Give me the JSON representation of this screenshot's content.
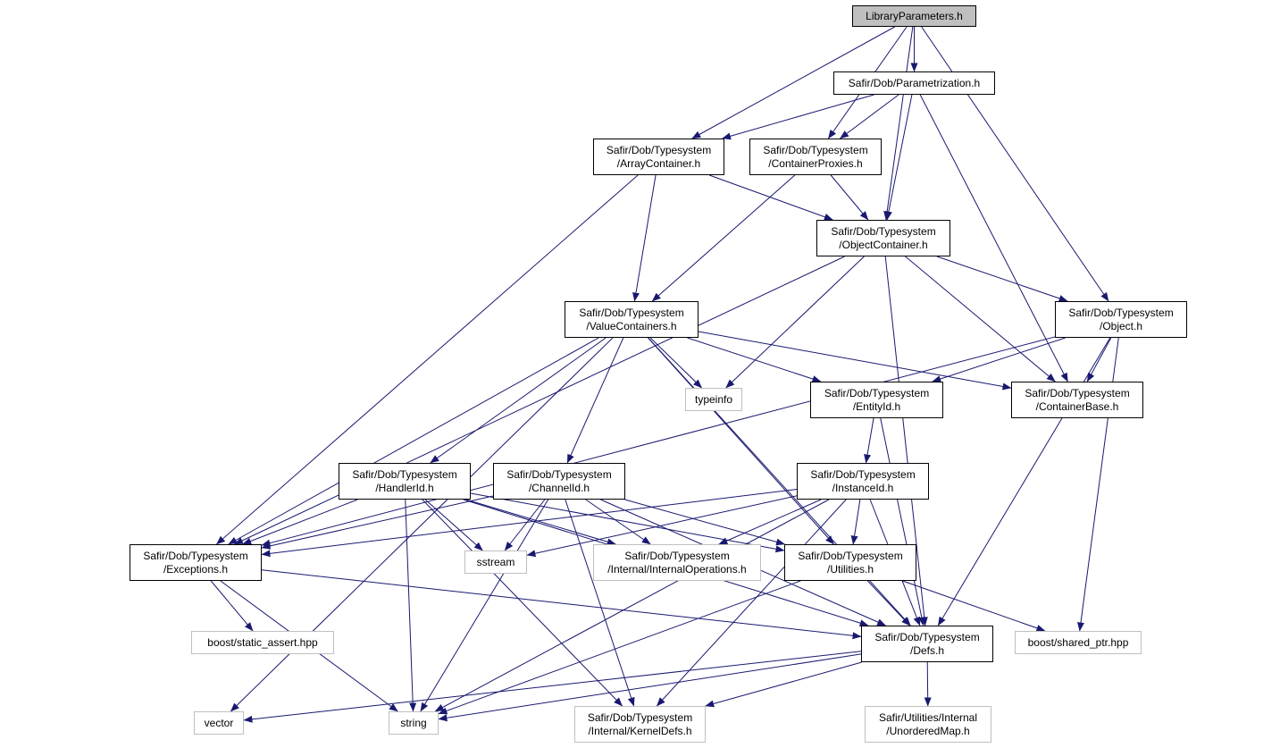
{
  "nodes": [
    {
      "id": "libparams",
      "label": "LibraryParameters.h",
      "kind": "root"
    },
    {
      "id": "parametrization",
      "label": "Safir/Dob/Parametrization.h",
      "kind": "doc"
    },
    {
      "id": "arraycontainer",
      "label": "Safir/Dob/Typesystem\n/ArrayContainer.h",
      "kind": "doc"
    },
    {
      "id": "containerproxies",
      "label": "Safir/Dob/Typesystem\n/ContainerProxies.h",
      "kind": "doc"
    },
    {
      "id": "objectcontainer",
      "label": "Safir/Dob/Typesystem\n/ObjectContainer.h",
      "kind": "doc"
    },
    {
      "id": "valuecontainers",
      "label": "Safir/Dob/Typesystem\n/ValueContainers.h",
      "kind": "doc"
    },
    {
      "id": "object",
      "label": "Safir/Dob/Typesystem\n/Object.h",
      "kind": "doc"
    },
    {
      "id": "typeinfo",
      "label": "typeinfo",
      "kind": "ext"
    },
    {
      "id": "entityid",
      "label": "Safir/Dob/Typesystem\n/EntityId.h",
      "kind": "doc"
    },
    {
      "id": "containerbase",
      "label": "Safir/Dob/Typesystem\n/ContainerBase.h",
      "kind": "doc"
    },
    {
      "id": "handlerid",
      "label": "Safir/Dob/Typesystem\n/HandlerId.h",
      "kind": "doc"
    },
    {
      "id": "channelid",
      "label": "Safir/Dob/Typesystem\n/ChannelId.h",
      "kind": "doc"
    },
    {
      "id": "instanceid",
      "label": "Safir/Dob/Typesystem\n/InstanceId.h",
      "kind": "doc"
    },
    {
      "id": "exceptions",
      "label": "Safir/Dob/Typesystem\n/Exceptions.h",
      "kind": "doc"
    },
    {
      "id": "sstream",
      "label": "sstream",
      "kind": "ext"
    },
    {
      "id": "internalops",
      "label": "Safir/Dob/Typesystem\n/Internal/InternalOperations.h",
      "kind": "ext"
    },
    {
      "id": "utilities",
      "label": "Safir/Dob/Typesystem\n/Utilities.h",
      "kind": "doc"
    },
    {
      "id": "staticassert",
      "label": "boost/static_assert.hpp",
      "kind": "ext"
    },
    {
      "id": "defs",
      "label": "Safir/Dob/Typesystem\n/Defs.h",
      "kind": "doc"
    },
    {
      "id": "sharedptr",
      "label": "boost/shared_ptr.hpp",
      "kind": "ext"
    },
    {
      "id": "vector",
      "label": "vector",
      "kind": "ext"
    },
    {
      "id": "string",
      "label": "string",
      "kind": "ext"
    },
    {
      "id": "kerneldefs",
      "label": "Safir/Dob/Typesystem\n/Internal/KernelDefs.h",
      "kind": "ext"
    },
    {
      "id": "unorderedmap",
      "label": "Safir/Utilities/Internal\n/UnorderedMap.h",
      "kind": "ext"
    }
  ],
  "edges": [
    [
      "libparams",
      "parametrization"
    ],
    [
      "libparams",
      "arraycontainer"
    ],
    [
      "libparams",
      "containerproxies"
    ],
    [
      "libparams",
      "objectcontainer"
    ],
    [
      "libparams",
      "object"
    ],
    [
      "parametrization",
      "arraycontainer"
    ],
    [
      "parametrization",
      "containerproxies"
    ],
    [
      "parametrization",
      "objectcontainer"
    ],
    [
      "parametrization",
      "containerbase"
    ],
    [
      "arraycontainer",
      "exceptions"
    ],
    [
      "arraycontainer",
      "valuecontainers"
    ],
    [
      "arraycontainer",
      "objectcontainer"
    ],
    [
      "containerproxies",
      "objectcontainer"
    ],
    [
      "containerproxies",
      "valuecontainers"
    ],
    [
      "objectcontainer",
      "typeinfo"
    ],
    [
      "objectcontainer",
      "object"
    ],
    [
      "objectcontainer",
      "containerbase"
    ],
    [
      "objectcontainer",
      "exceptions"
    ],
    [
      "objectcontainer",
      "defs"
    ],
    [
      "valuecontainers",
      "typeinfo"
    ],
    [
      "valuecontainers",
      "entityid"
    ],
    [
      "valuecontainers",
      "containerbase"
    ],
    [
      "valuecontainers",
      "handlerid"
    ],
    [
      "valuecontainers",
      "channelid"
    ],
    [
      "valuecontainers",
      "exceptions"
    ],
    [
      "valuecontainers",
      "utilities"
    ],
    [
      "valuecontainers",
      "defs"
    ],
    [
      "valuecontainers",
      "vector"
    ],
    [
      "object",
      "entityid"
    ],
    [
      "object",
      "containerbase"
    ],
    [
      "object",
      "exceptions"
    ],
    [
      "object",
      "defs"
    ],
    [
      "object",
      "sharedptr"
    ],
    [
      "entityid",
      "instanceid"
    ],
    [
      "entityid",
      "defs"
    ],
    [
      "handlerid",
      "exceptions"
    ],
    [
      "handlerid",
      "sstream"
    ],
    [
      "handlerid",
      "internalops"
    ],
    [
      "handlerid",
      "utilities"
    ],
    [
      "handlerid",
      "defs"
    ],
    [
      "handlerid",
      "string"
    ],
    [
      "handlerid",
      "kerneldefs"
    ],
    [
      "channelid",
      "exceptions"
    ],
    [
      "channelid",
      "sstream"
    ],
    [
      "channelid",
      "internalops"
    ],
    [
      "channelid",
      "utilities"
    ],
    [
      "channelid",
      "defs"
    ],
    [
      "channelid",
      "string"
    ],
    [
      "channelid",
      "kerneldefs"
    ],
    [
      "instanceid",
      "exceptions"
    ],
    [
      "instanceid",
      "sstream"
    ],
    [
      "instanceid",
      "internalops"
    ],
    [
      "instanceid",
      "utilities"
    ],
    [
      "instanceid",
      "defs"
    ],
    [
      "instanceid",
      "string"
    ],
    [
      "instanceid",
      "kerneldefs"
    ],
    [
      "exceptions",
      "staticassert"
    ],
    [
      "exceptions",
      "defs"
    ],
    [
      "exceptions",
      "string"
    ],
    [
      "utilities",
      "defs"
    ],
    [
      "utilities",
      "sharedptr"
    ],
    [
      "utilities",
      "string"
    ],
    [
      "defs",
      "vector"
    ],
    [
      "defs",
      "string"
    ],
    [
      "defs",
      "kerneldefs"
    ],
    [
      "defs",
      "unorderedmap"
    ]
  ],
  "colors": {
    "edge": "#191970",
    "node_border": "#000000",
    "ext_border": "#bfbfbf",
    "root_fill": "#bfbfbf"
  }
}
